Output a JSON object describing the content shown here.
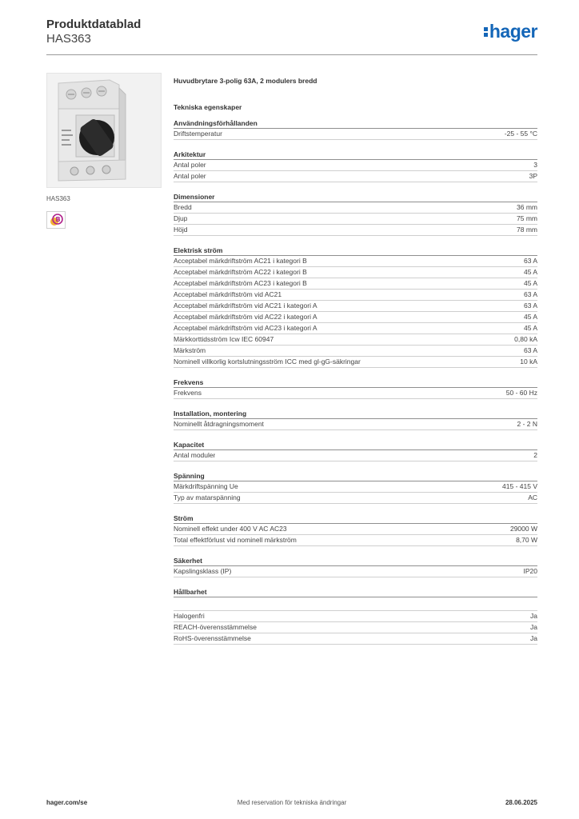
{
  "header": {
    "title": "Produktdatablad",
    "product_code": "HAS363",
    "logo_text": "hager",
    "brand_color": "#1466b8"
  },
  "product": {
    "photo_caption": "HAS363",
    "badge_icon": "recycle-b-icon",
    "description": "Huvudbrytare 3-polig 63A, 2 modulers bredd",
    "tech_heading": "Tekniska egenskaper"
  },
  "sections": {
    "usage": {
      "title": "Användningsförhållanden",
      "rows": [
        {
          "label": "Driftstemperatur",
          "value": "-25 - 55 °C"
        }
      ]
    },
    "architecture": {
      "title": "Arkitektur",
      "rows": [
        {
          "label": "Antal poler",
          "value": "3"
        },
        {
          "label": "Antal poler",
          "value": "3P"
        }
      ]
    },
    "dimensions": {
      "title": "Dimensioner",
      "rows": [
        {
          "label": "Bredd",
          "value": "36 mm"
        },
        {
          "label": "Djup",
          "value": "75 mm"
        },
        {
          "label": "Höjd",
          "value": "78 mm"
        }
      ]
    },
    "electrical_current": {
      "title": "Elektrisk ström",
      "rows": [
        {
          "label": "Acceptabel märkdriftström AC21 i kategori B",
          "value": "63 A"
        },
        {
          "label": "Acceptabel märkdriftström AC22 i kategori B",
          "value": "45 A"
        },
        {
          "label": "Acceptabel märkdriftström AC23 i kategori B",
          "value": "45 A"
        },
        {
          "label": "Acceptabel märkdriftström vid AC21",
          "value": "63 A"
        },
        {
          "label": "Acceptabel märkdriftström vid AC21 i kategori A",
          "value": "63 A"
        },
        {
          "label": "Acceptabel märkdriftström vid AC22 i kategori A",
          "value": "45 A"
        },
        {
          "label": "Acceptabel märkdriftström vid AC23 i kategori A",
          "value": "45 A"
        },
        {
          "label": "Märkkorttidsström Icw IEC 60947",
          "value": "0,80 kA"
        },
        {
          "label": "Märkström",
          "value": "63 A"
        },
        {
          "label": "Nominell villkorlig kortslutningsström ICC med gl-gG-säkringar",
          "value": "10 kA"
        }
      ]
    },
    "frequency": {
      "title": "Frekvens",
      "rows": [
        {
          "label": "Frekvens",
          "value": "50 - 60 Hz"
        }
      ]
    },
    "installation": {
      "title": "Installation, montering",
      "rows": [
        {
          "label": "Nominellt åtdragningsmoment",
          "value": "2 - 2 N"
        }
      ]
    },
    "capacity": {
      "title": "Kapacitet",
      "rows": [
        {
          "label": "Antal moduler",
          "value": "2"
        }
      ]
    },
    "voltage": {
      "title": "Spänning",
      "rows": [
        {
          "label": "Märkdriftspänning Ue",
          "value": "415 - 415 V"
        },
        {
          "label": "Typ av matarspänning",
          "value": "AC"
        }
      ]
    },
    "power": {
      "title": "Ström",
      "rows": [
        {
          "label": "Nominell effekt under 400 V AC AC23",
          "value": "29000 W"
        },
        {
          "label": "Total effektförlust vid nominell märkström",
          "value": "8,70 W"
        }
      ]
    },
    "safety": {
      "title": "Säkerhet",
      "rows": [
        {
          "label": "Kapslingsklass (IP)",
          "value": "IP20"
        }
      ]
    },
    "sustainability": {
      "title": "Hållbarhet",
      "rows": [
        {
          "label": "Halogenfri",
          "value": "Ja"
        },
        {
          "label": "REACH-överensstämmelse",
          "value": "Ja"
        },
        {
          "label": "RoHS-överensstämmelse",
          "value": "Ja"
        }
      ]
    }
  },
  "footer": {
    "website": "hager.com/se",
    "disclaimer": "Med reservation för tekniska ändringar",
    "date": "28.06.2025"
  }
}
